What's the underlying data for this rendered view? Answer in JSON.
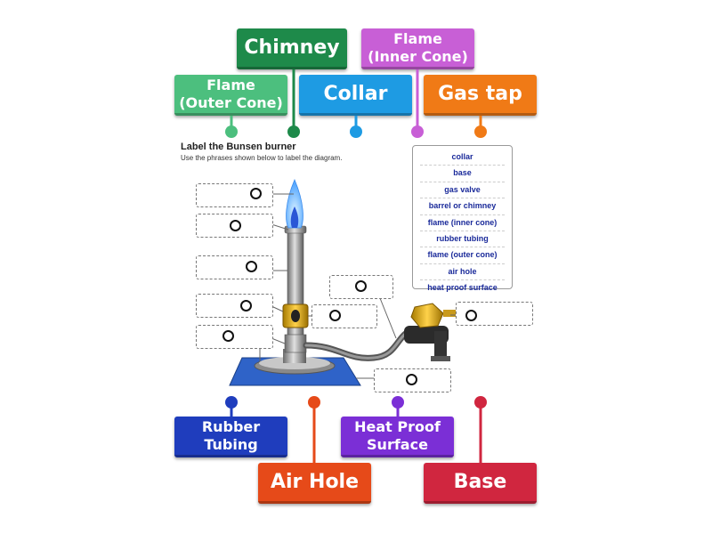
{
  "tiles": {
    "chimney": "Chimney",
    "flame_inner": "Flame\n(Inner Cone)",
    "flame_outer": "Flame\n(Outer Cone)",
    "collar": "Collar",
    "gas_tap": "Gas tap",
    "rubber_tubing": "Rubber\nTubing",
    "heat_proof": "Heat Proof\nSurface",
    "air_hole": "Air Hole",
    "base": "Base"
  },
  "colors": {
    "chimney": "#1e8a4a",
    "flame_inner": "#c85fd6",
    "flame_outer": "#4cbf7e",
    "collar": "#1e9be3",
    "gas_tap": "#f07a16",
    "rubber_tubing": "#1f3dbd",
    "heat_proof": "#7b2fd6",
    "air_hole": "#e64a19",
    "base": "#d0263f"
  },
  "worksheet": {
    "title": "Label the Bunsen burner",
    "subtitle": "Use the phrases shown below to label the diagram.",
    "wordbank": [
      "collar",
      "base",
      "gas valve",
      "barrel or  chimney",
      "flame (inner cone)",
      "rubber tubing",
      "flame (outer cone)",
      "air hole",
      "heat proof surface"
    ]
  }
}
